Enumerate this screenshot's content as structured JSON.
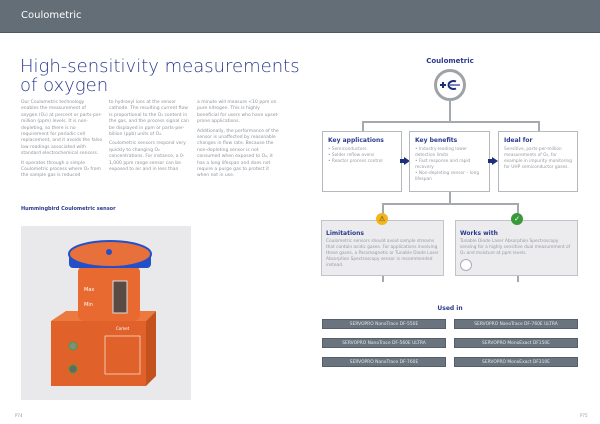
{
  "header": {
    "title": "Coulometric"
  },
  "headline": "High-sensitivity measurements of oxygen",
  "body": {
    "col1": [
      "Our Coulometric technology enables the measurement of oxygen (O₂) at percent or parts-per-million (ppm) levels. It is non-depleting, so there is no requirement for periodic cell replacement, and it avoids the false low readings associated with standard electrochemical sensors.",
      "It operates through a simple Coulometric process where O₂ from the sample gas is reduced"
    ],
    "col2": [
      "to hydroxyl ions at the sensor cathode. The resulting current flow is proportional to the O₂ content in the gas, and the process signal can be displayed in ppm or parts-per-billion (ppb) units of O₂.",
      "Coulometric sensors respond very quickly to changing O₂ concentrations. For instance, a 0-1,000 ppm range sensor can be exposed to air and in less than"
    ],
    "col3": [
      "a minute will measure <10 ppm on pure nitrogen. This is highly beneficial for users who have upset-prone applications.",
      "Additionally, the performance of the sensor is unaffected by reasonable changes in flow rate. Because the non-depleting sensor is not consumed when exposed to O₂, it has a long lifespan and does not require a purge gas to protect it when not in use."
    ]
  },
  "photo": {
    "caption": "Hummingbird Coulometric sensor",
    "labels": [
      "Max",
      "Min",
      "Comet"
    ]
  },
  "diagram": {
    "title": "Coulometric",
    "key_applications": {
      "title": "Key applications",
      "items": [
        "Semiconductors",
        "Solder reflow ovens",
        "Reactor process control"
      ]
    },
    "key_benefits": {
      "title": "Key benefits",
      "items": [
        "Industry-leading lower detection limits",
        "Fast response and rapid recovery",
        "Non-depleting sensor – long lifespan"
      ]
    },
    "ideal_for": {
      "title": "Ideal for",
      "text": "Sensitive, parts-per-million measurements of O₂, for example in impurity monitoring for UHP semiconductor gases."
    },
    "limitations": {
      "title": "Limitations",
      "text": "Coulometric sensors should avoid sample streams that contain acidic gases. For applications involving these gases, a Paramagnetic or Tunable Diode Laser Absorption Spectroscopy sensor is recommended instead."
    },
    "works_with": {
      "title": "Works with",
      "text": "Tunable Diode Laser Absorption Spectroscopy sensing for a highly sensitive dual measurement of O₂ and moisture at ppm levels."
    }
  },
  "used_in": {
    "title": "Used in",
    "products": [
      "SERVOPRO NanoTrace DF-550E",
      "SERVOPRO NanoTrace DF-760E ULTRA",
      "SERVOPRO NanoTrace DF-560E ULTRA",
      "SERVOPRO MonoExact DF150E",
      "SERVOPRO NanoTrace DF-760E",
      "SERVOPRO MonoExact DF310E"
    ]
  },
  "pages": {
    "left": "P74",
    "right": "P75"
  },
  "colors": {
    "header": "#636e77",
    "brand": "#2b3a8c",
    "warning": "#f2b51c",
    "ok": "#3a9a3a"
  }
}
